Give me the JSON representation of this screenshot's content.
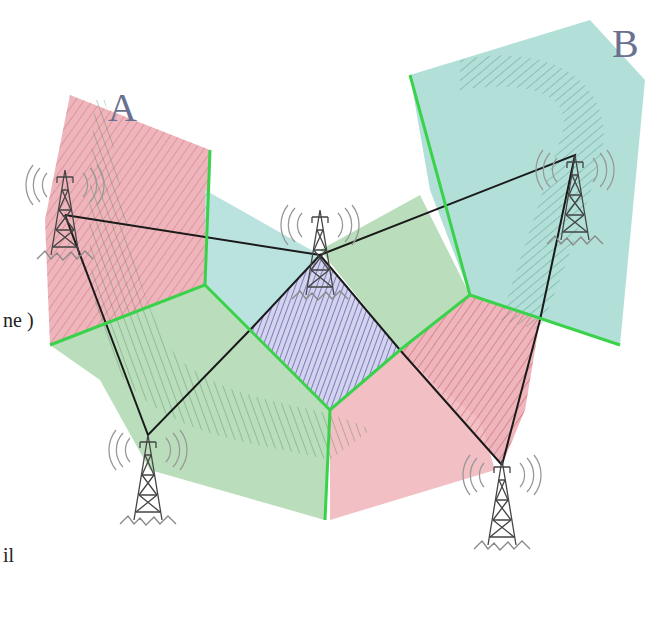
{
  "diagram": {
    "labels": [
      "A",
      "B",
      "ne )",
      "il"
    ]
  }
}
